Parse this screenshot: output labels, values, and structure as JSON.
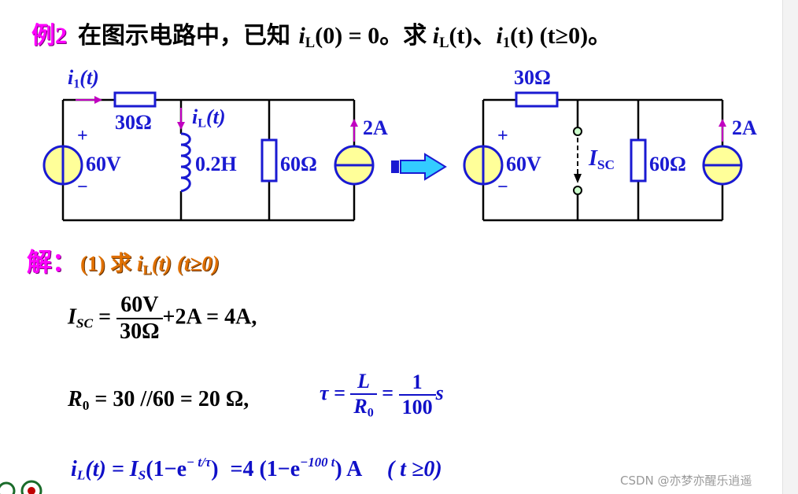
{
  "title": {
    "example_label": "例2",
    "text_part1": "在图示电路中，已知 ",
    "il0_i": "i",
    "il0_sub": "L",
    "il0_rest": "(0) = 0。求 ",
    "il_i": "i",
    "il_sub": "L",
    "il_rest": "(t)、",
    "i1_i": "i",
    "i1_sub": "1",
    "i1_rest": "(t) (t≥0)。"
  },
  "circuit_left": {
    "i1_label_i": "i",
    "i1_label_sub": "1",
    "i1_label_rest": "(t)",
    "resistor_30": "30Ω",
    "il_label_i": "i",
    "il_label_sub": "L",
    "il_label_rest": "(t)",
    "source_plus": "+",
    "source_minus": "−",
    "source_voltage": "60V",
    "inductor": "0.2H",
    "resistor_60": "60Ω",
    "current_source": "2A"
  },
  "circuit_right": {
    "resistor_30": "30Ω",
    "source_plus": "+",
    "source_minus": "−",
    "source_voltage": "60V",
    "isc_I": "I",
    "isc_sub": "SC",
    "resistor_60": "60Ω",
    "current_source": "2A"
  },
  "solution": {
    "label": "解：",
    "step1_prefix": "(1) 求 ",
    "step1_i": "i",
    "step1_sub": "L",
    "step1_rest": "(t)  (t≥0)"
  },
  "equations": {
    "isc_lhs_I": "I",
    "isc_lhs_sub": "SC",
    "isc_eq": " = ",
    "isc_num": "60V",
    "isc_den": "30Ω",
    "isc_rest": "+2A = 4A,",
    "r0": "R",
    "r0_sub": "0",
    "r0_rest": " = 30 //60 = 20 Ω,",
    "tau": "τ = ",
    "tau_num": "L",
    "tau_den_R": "R",
    "tau_den_sub": "0",
    "tau_eq": " = ",
    "tau_num2": "1",
    "tau_den2": "100",
    "tau_unit": "s",
    "final_i": "i",
    "final_sub": "L",
    "final_t": "(t) = I",
    "final_is_sub": "S",
    "final_paren": "(1−e",
    "final_exp": "− t/τ",
    "final_close": ")",
    "final_result": "=4 (1−e",
    "final_result_exp": "−100 t",
    "final_result_close": ") A",
    "final_cond": "( t ≥0)"
  },
  "watermark": "CSDN @亦梦亦醒乐逍遥",
  "colors": {
    "wire": "#000000",
    "component": "#1a1ad2",
    "source_fill": "#ffff99",
    "arrow": "#c000c0",
    "accent": "#ff00ff",
    "step": "#e07000",
    "transform_arrow": "#33ccff"
  }
}
